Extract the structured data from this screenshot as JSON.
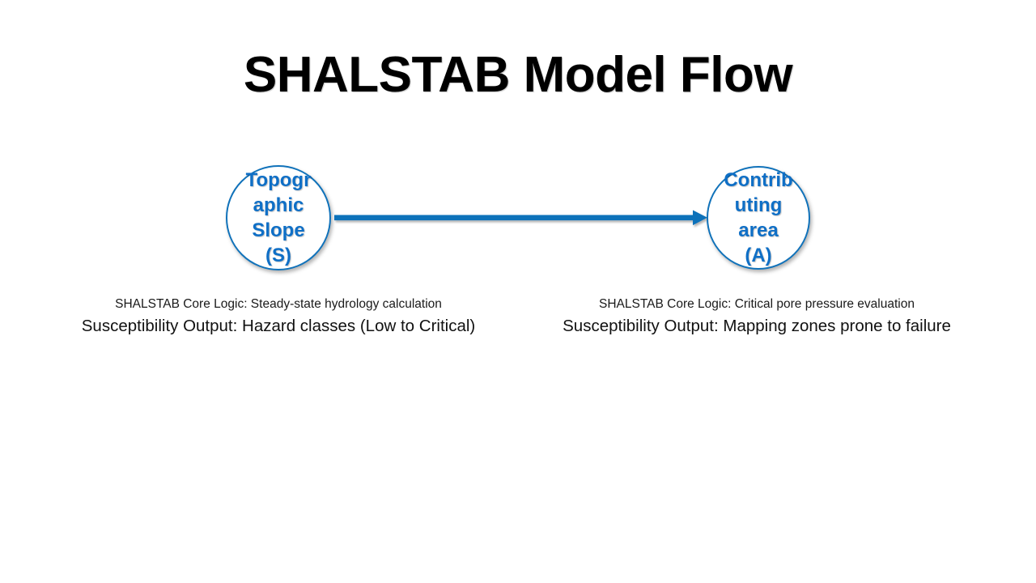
{
  "slide": {
    "title": "SHALSTAB Model Flow",
    "background_color": "#FFFFFF",
    "accent_color": "#1072BA",
    "node_text_color": "#0F6FC6",
    "title_color": "#000000"
  },
  "nodes": [
    {
      "id": "topographic-slope",
      "label": "Topographic Slope (S)",
      "shape": "circle"
    },
    {
      "id": "contributing-area",
      "label": "Contributing area (A)",
      "shape": "circle"
    }
  ],
  "connector": {
    "id": "slope-to-area-arrow",
    "type": "arrow",
    "direction": "right",
    "color": "#1072BA"
  },
  "captions": [
    {
      "id": "left",
      "logic": "SHALSTAB Core Logic: Steady-state hydrology calculation",
      "output": "Susceptibility Output: Hazard classes (Low to Critical)"
    },
    {
      "id": "right",
      "logic": "SHALSTAB Core Logic: Critical pore pressure evaluation",
      "output": "Susceptibility Output: Mapping zones prone to failure"
    }
  ]
}
